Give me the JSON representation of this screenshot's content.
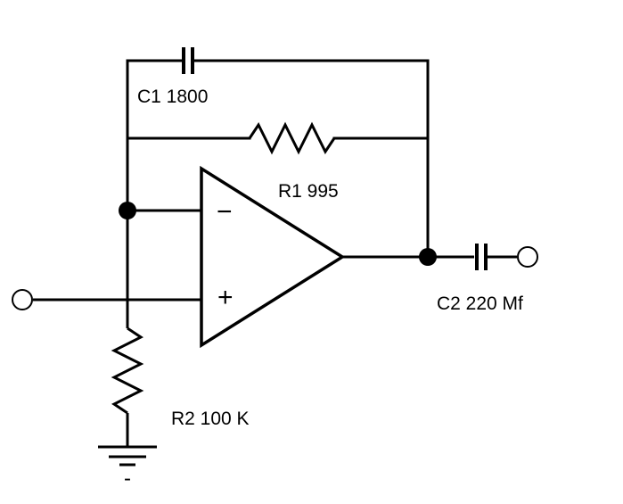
{
  "colors": {
    "background": "#ffffff",
    "wire": "#000000",
    "text": "#000000"
  },
  "components": {
    "c1": {
      "designator": "C1",
      "value": "1800",
      "label": "C1 1800"
    },
    "r1": {
      "designator": "R1",
      "value": "995",
      "label": "R1 995"
    },
    "c2": {
      "designator": "C2",
      "value": "220 Mf",
      "label": "C2 220 Mf"
    },
    "r2": {
      "designator": "R2",
      "value": "100 K",
      "label": "R2 100 K"
    },
    "opamp": {
      "inverting_sign": "−",
      "noninverting_sign": "+"
    }
  },
  "ground": {
    "sign": "-"
  }
}
